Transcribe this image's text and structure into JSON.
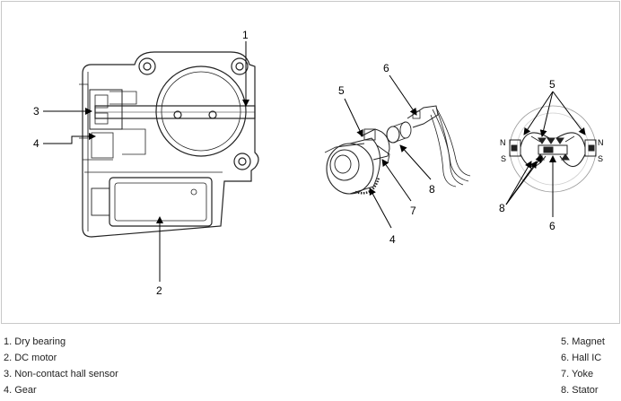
{
  "figure": {
    "callouts": {
      "c1": "1",
      "c2": "2",
      "c3": "3",
      "c4": "4",
      "m4": "4",
      "m5": "5",
      "m6": "6",
      "m7": "7",
      "m8": "8",
      "r5": "5",
      "r6": "6",
      "r8": "8",
      "north_left": "N",
      "south_left": "S",
      "north_right": "N",
      "south_right": "S"
    }
  },
  "legend": {
    "left": [
      "1. Dry bearing",
      "2. DC motor",
      "3. Non-contact hall sensor",
      "4. Gear"
    ],
    "right": [
      "5. Magnet",
      "6. Hall IC",
      "7. Yoke",
      "8. Stator"
    ]
  }
}
